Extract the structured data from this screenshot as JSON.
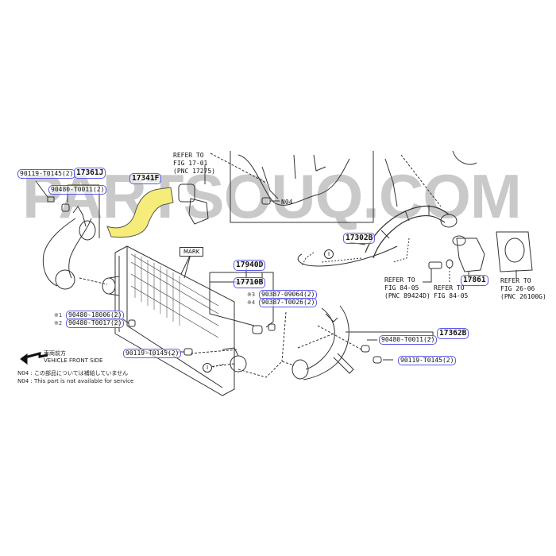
{
  "watermark": "PARTSOUQ.COM",
  "colors": {
    "label_border": "#5a5ae6",
    "highlight_part": "#f5ec7a",
    "watermark": "#c9c9c9",
    "line": "#333333"
  },
  "labels": {
    "p90119_top": "90119-T0145(2)",
    "p17361J": "17361J",
    "p90480_T0011_top": "90480-T0011(2)",
    "p17341F": "17341F",
    "p17302B": "17302B",
    "p17940D": "17940D",
    "p17710B": "17710B",
    "p90387_09064": "90387-09064(2)",
    "p90387_T0026": "90387-T0026(2)",
    "p90480_18006": "90480-18006(2)",
    "p90480_T0017": "90480-T0017(2)",
    "p90119_mid": "90119-T0145(2)",
    "p17362B": "17362B",
    "p90480_T0011_right": "90480-T0011(2)",
    "p90119_right": "90119-T0145(2)",
    "p17861": "17861",
    "n04": "N04"
  },
  "symbols": {
    "s1": "※1",
    "s2": "※2",
    "s3": "※3",
    "s4": "※4",
    "circle_ref": "I"
  },
  "refs": {
    "fig17": "REFER TO\nFIG 17-01\n(PNC 17275)",
    "fig84a": "REFER TO\nFIG 84-05\n(PNC 89424D)",
    "fig84b": "REFER TO\nFIG 84-05",
    "fig26": "REFER TO\nFIG 26-06\n(PNC 26100G)"
  },
  "mark_label": "MARK",
  "legend": {
    "front_jp": "車両前方",
    "front_en": "VEHICLE FRONT SIDE",
    "n04_jp": "N04 : この部品については補給していません",
    "n04_en": "N04 : This part is not available for service"
  }
}
